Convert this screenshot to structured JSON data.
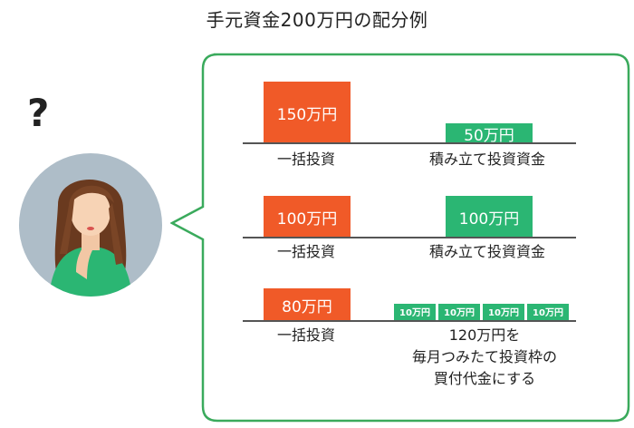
{
  "title": "手元資金200万円の配分例",
  "colors": {
    "lump": "#f05a28",
    "installment": "#2bb673",
    "frame": "#3aaa5c"
  },
  "scenarios": [
    {
      "lump": {
        "amount": 150,
        "label": "150万円",
        "caption": "一括投資"
      },
      "installment": {
        "amount": 50,
        "label": "50万円",
        "caption": "積み立て投資資金"
      }
    },
    {
      "lump": {
        "amount": 100,
        "label": "100万円",
        "caption": "一括投資"
      },
      "installment": {
        "amount": 100,
        "label": "100万円",
        "caption": "積み立て投資資金"
      }
    },
    {
      "lump": {
        "amount": 80,
        "label": "80万円",
        "caption": "一括投資"
      },
      "installment": {
        "amount": 120,
        "chunks": [
          {
            "amount": 10,
            "label": "10万円"
          },
          {
            "amount": 10,
            "label": "10万円"
          },
          {
            "amount": 10,
            "label": "10万円"
          },
          {
            "amount": 10,
            "label": "10万円"
          }
        ],
        "caption": [
          "120万円を",
          "毎月つみたて投資枠の",
          "買付代金にする"
        ]
      }
    }
  ]
}
